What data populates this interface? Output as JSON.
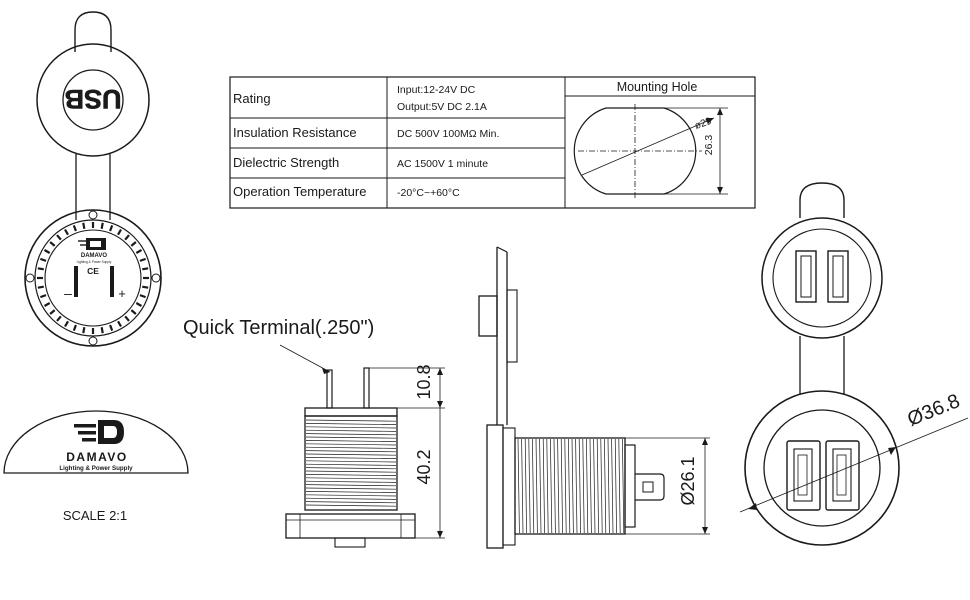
{
  "spec_table": {
    "rows": [
      {
        "label": "Rating",
        "value_line1": "Input:12-24V DC",
        "value_line2": "Output:5V DC 2.1A"
      },
      {
        "label": "Insulation Resistance",
        "value_line1": "DC 500V 100MΩ Min."
      },
      {
        "label": "Dielectric Strength",
        "value_line1": "AC 1500V 1 minute"
      },
      {
        "label": "Operation Temperature",
        "value_line1": "-20°C~+60°C"
      }
    ],
    "mounting_hole": {
      "title": "Mounting Hole",
      "diameter": "ø29",
      "flat_height": "26.3"
    }
  },
  "front_view": {
    "cap_text": "USB",
    "brand": "DAMAVO",
    "tagline": "Lighting & Power Supply",
    "ce_mark": "CE",
    "minus": "–",
    "plus": "+"
  },
  "logo_block": {
    "brand": "DAMAVO",
    "tagline": "Lighting & Power Supply",
    "scale": "SCALE 2:1"
  },
  "side_view": {
    "callout": "Quick Terminal(.250\")",
    "dim_terminal": "10.8",
    "dim_body": "40.2",
    "dim_thread": "Ø26.1"
  },
  "top_view": {
    "dim_diameter": "Ø36.8"
  }
}
